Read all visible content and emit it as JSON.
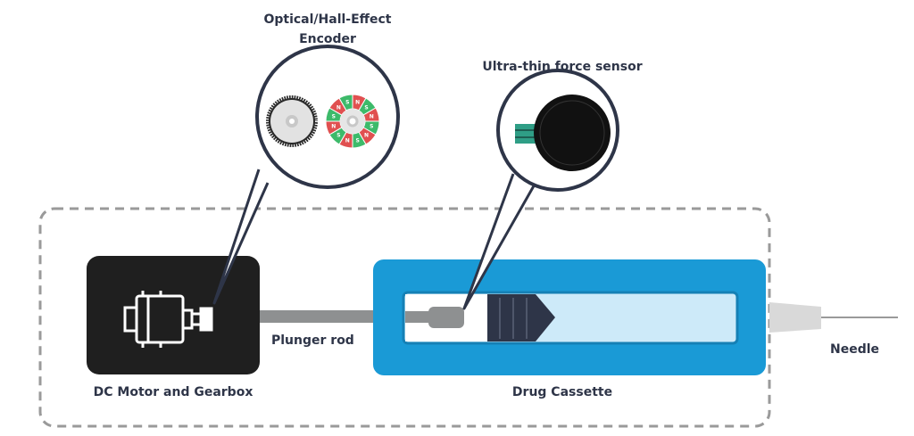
{
  "labels": {
    "encoder_line1": "Optical/Hall-Effect",
    "encoder_line2": "Encoder",
    "force_sensor": "Ultra-thin force sensor",
    "motor": "DC Motor and Gearbox",
    "plunger_rod": "Plunger rod",
    "cassette": "Drug Cassette",
    "needle": "Needle"
  },
  "magnet_poles": [
    "N",
    "S"
  ],
  "colors": {
    "outline": "#2e3548",
    "cassette_blue": "#1a9ad6",
    "cassette_window": "#cdeaf9",
    "motor_box": "#1f1f1f",
    "rod_gray": "#8e9091",
    "magnet_red": "#e05050",
    "magnet_green": "#3dba6a",
    "sensor_tab": "#2f9e86"
  }
}
